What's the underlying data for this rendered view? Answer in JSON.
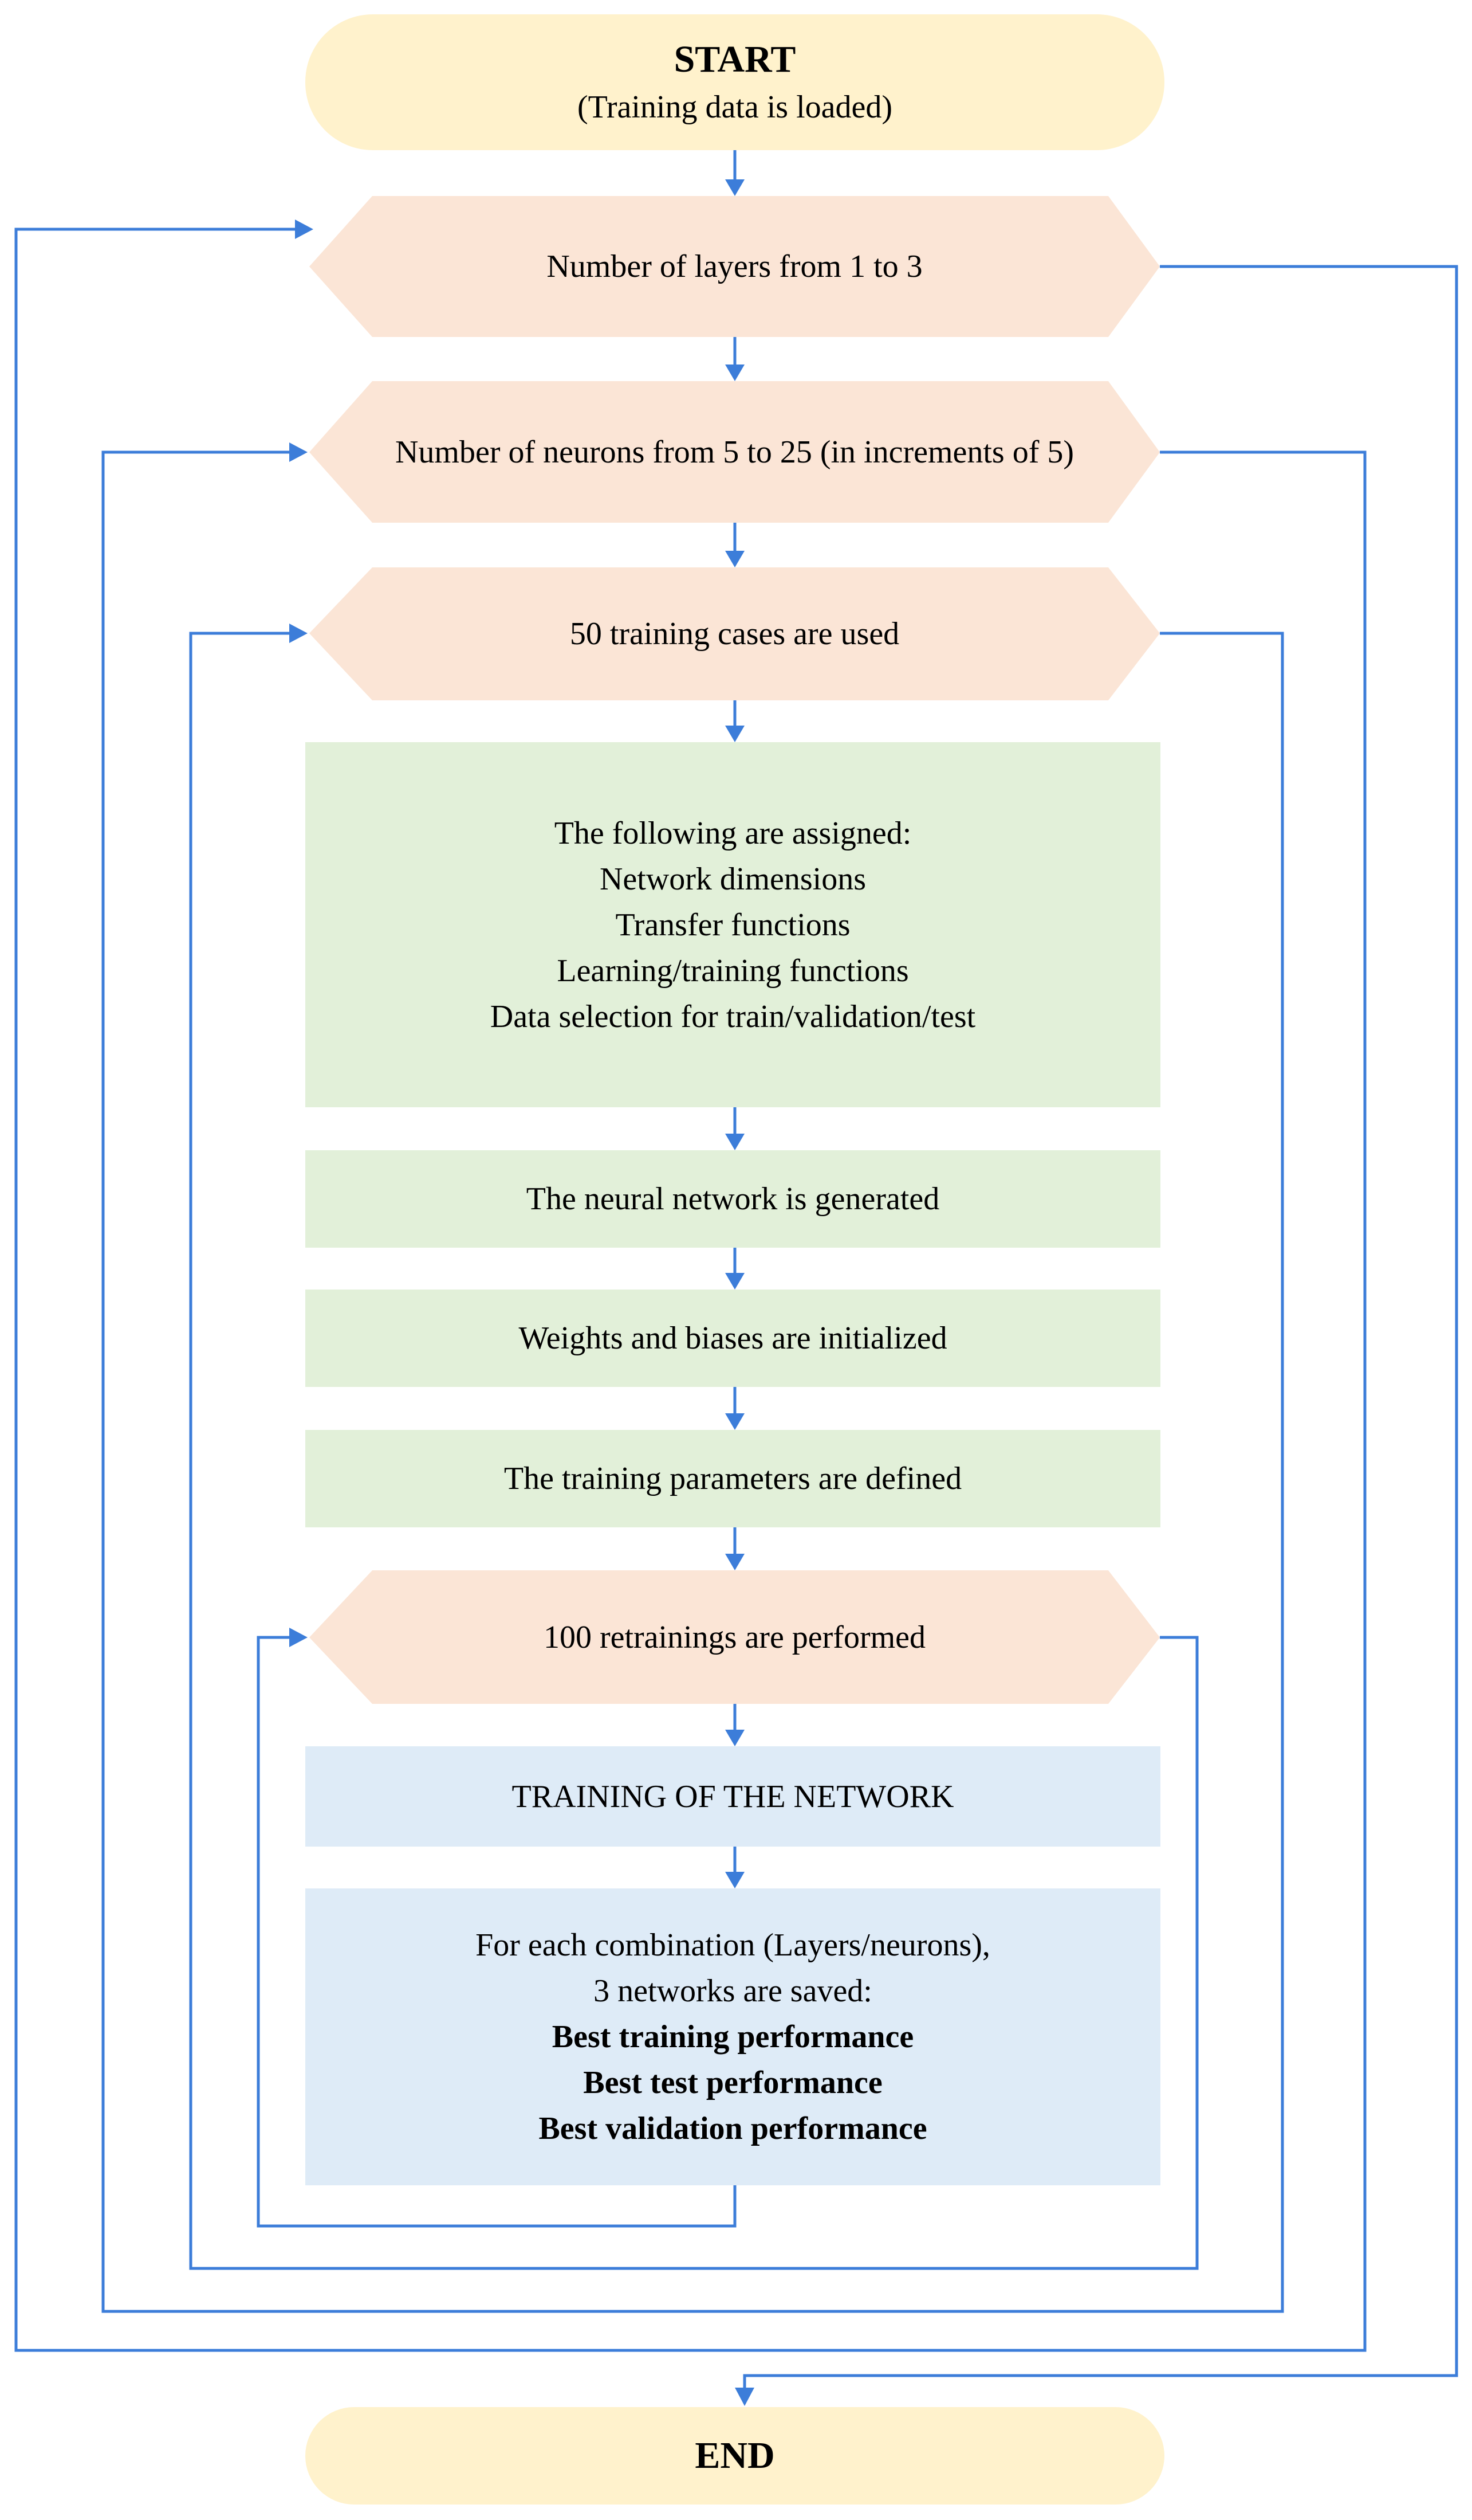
{
  "start": {
    "title": "START",
    "subtitle": "(Training data is loaded)"
  },
  "loops": {
    "layers": "Number of layers from 1 to 3",
    "neurons": "Number of neurons from 5 to 25 (in increments of 5)",
    "cases": "50 training cases are used",
    "retrainings": "100 retrainings are performed"
  },
  "setup": {
    "assign": {
      "heading": "The following are assigned:",
      "items": [
        "Network dimensions",
        "Transfer functions",
        "Learning/training functions",
        "Data selection for train/validation/test"
      ]
    },
    "generate": "The neural network is generated",
    "init": "Weights and biases are initialized",
    "params": "The training parameters are defined"
  },
  "training": {
    "label": "TRAINING OF THE NETWORK"
  },
  "save": {
    "line1": "For each combination (Layers/neurons),",
    "line2": "3 networks are saved:",
    "best": [
      "Best training performance",
      "Best test performance",
      "Best validation performance"
    ]
  },
  "end": {
    "title": "END"
  },
  "colors": {
    "terminal": "#fff2cc",
    "loop": "#fbe5d6",
    "setup": "#e2f0d9",
    "training": "#deebf7",
    "arrow": "#3c7dd9"
  }
}
